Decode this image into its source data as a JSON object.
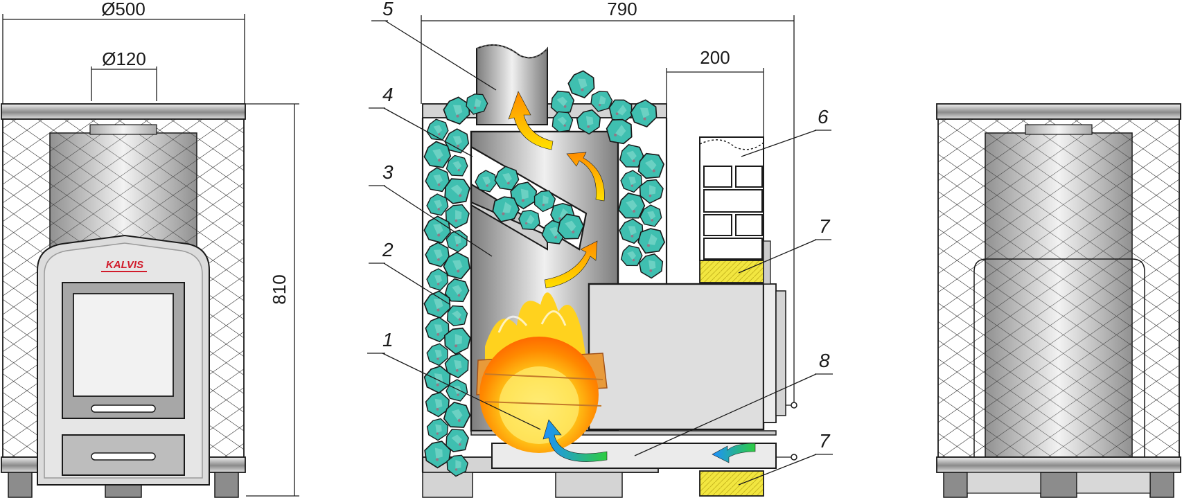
{
  "dimensions": {
    "outer_diameter": "Ø500",
    "flue_diameter": "Ø120",
    "height": "810",
    "depth": "790",
    "tunnel": "200"
  },
  "brand": "KALVIS",
  "callouts": [
    "1",
    "2",
    "3",
    "4",
    "5",
    "6",
    "7",
    "8",
    "7"
  ],
  "colors": {
    "stone": "#3fbfb0",
    "steel_light": "#e6e6e6",
    "steel_dark": "#8c8c8c",
    "fire": "#ffb000",
    "insulation": "#f2e640",
    "brand": "#d11a2a",
    "cold_air": "#1e90ff",
    "hot_air": "#ff9a00"
  },
  "icons": [
    "hot-air-arrow-icon",
    "cold-air-arrow-icon",
    "flame-icon",
    "stone-icon",
    "brick-icon"
  ]
}
